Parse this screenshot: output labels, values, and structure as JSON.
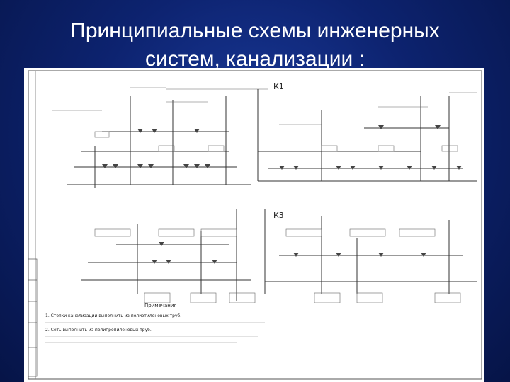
{
  "slide": {
    "title_line1": "Принципиальные схемы инженерных",
    "title_line2": "систем, канализации :"
  },
  "drawing": {
    "upper_scheme": "К1",
    "lower_scheme": "К3",
    "notes_heading": "Примечания",
    "note_1": "1. Стояки канализации выполнить из полиэтиленовых труб.",
    "note_2": "2. Сеть выполнить из полипропиленовых труб."
  },
  "colors": {
    "background": "#0d2370",
    "title": "#ffffff",
    "paper": "#ffffff",
    "ink": "#333333"
  }
}
